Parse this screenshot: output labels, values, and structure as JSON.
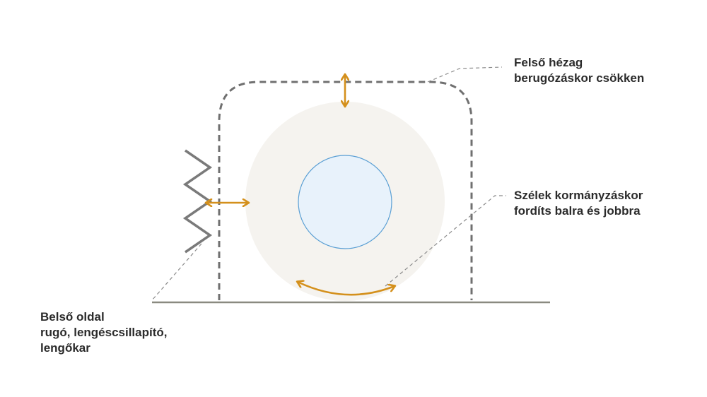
{
  "colors": {
    "accent": "#d4901c",
    "housing": "#707070",
    "spring": "#7a7a7a",
    "ground": "#8a8a80",
    "tire": "#f5f3ef",
    "hub_fill": "#e8f2fb",
    "hub_stroke": "#5a9fd4",
    "leader": "#8a8a8a",
    "text": "#2b2b2b"
  },
  "labels": {
    "top_gap": {
      "line1": "Felső hézag",
      "line2": "berugózáskor csökken"
    },
    "side_clearance": {
      "line1": "Szélek kormányzáskor",
      "line2": "fordíts balra és jobbra"
    },
    "inner_side": {
      "line1": "Belső oldal",
      "line2": "rugó, lengéscsillapító,",
      "line3": "lengőkar"
    }
  }
}
